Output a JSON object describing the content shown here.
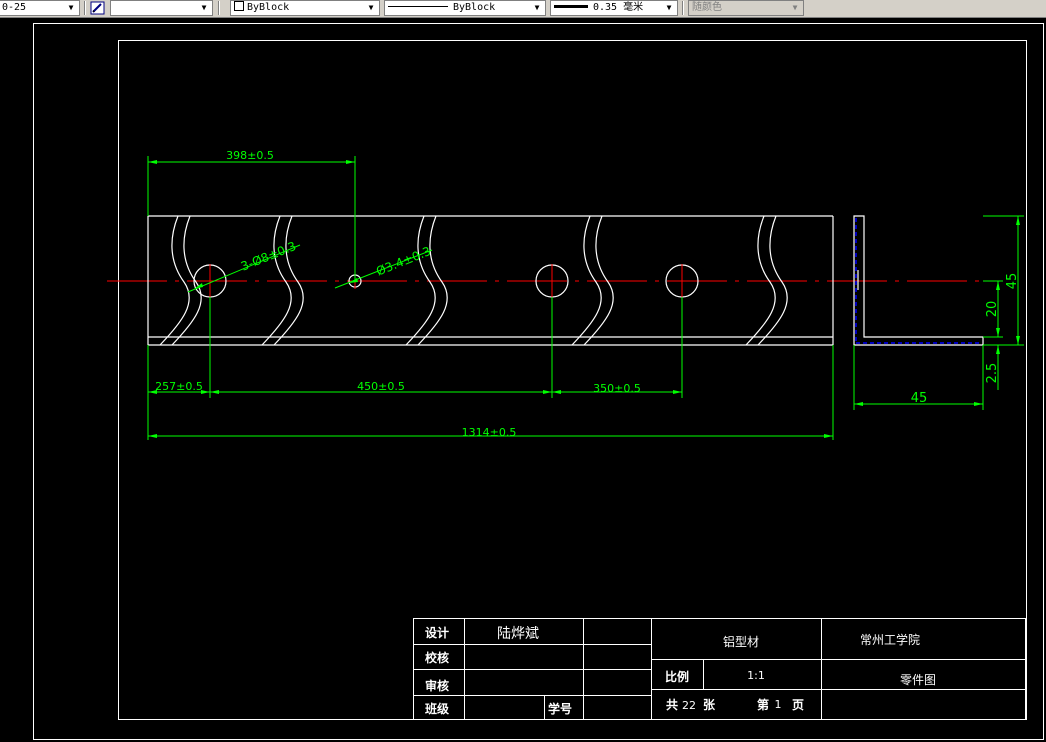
{
  "toolbar": {
    "text_style": "0-25",
    "color": "ByBlock",
    "linetype": "ByBlock",
    "lineweight": "0.35 毫米",
    "plotstyle": "随颜色",
    "icons": [
      "layer-manager-icon",
      "dropdown-arrow-icon"
    ]
  },
  "colors": {
    "background": "#000000",
    "geometry": "#ffffff",
    "dimension": "#00ff00",
    "centerline": "#ff0000",
    "hidden": "#0000ff"
  },
  "dimensions": {
    "d398": "398±0.5",
    "holes3": "3-Ø8±0.3",
    "hole_small": "Ø3.4±0.3",
    "d257": "257±0.5",
    "d450": "450±0.5",
    "d350": "350±0.5",
    "d1314": "1314±0.5",
    "side_45_h": "45",
    "side_20": "20",
    "side_2_5": "2.5",
    "side_45_w": "45"
  },
  "title_block": {
    "design_label": "设计",
    "designer": "陆烨斌",
    "check_label": "校核",
    "review_label": "审核",
    "class_label": "班级",
    "student_id_label": "学号",
    "part_name": "铝型材",
    "school": "常州工学院",
    "scale_label": "比例",
    "scale_value": "1:1",
    "drawing_type": "零件图",
    "total_label": "共",
    "total_value": "22",
    "sheet_unit": "张",
    "page_label": "第",
    "page_value": "1",
    "page_unit": "页"
  }
}
